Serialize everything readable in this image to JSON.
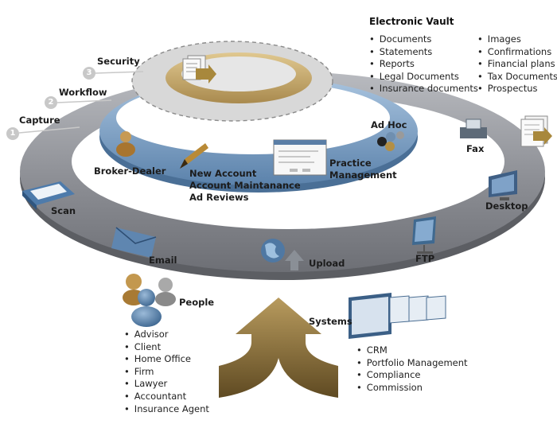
{
  "vault": {
    "title": "Electronic Vault",
    "col1": [
      "Documents",
      "Statements",
      "Reports",
      "Legal Documents",
      "Insurance documents"
    ],
    "col2": [
      "Images",
      "Confirmations",
      "Financial plans",
      "Tax Documents",
      "Prospectus"
    ]
  },
  "steps": [
    {
      "num": "1",
      "label": "Capture"
    },
    {
      "num": "2",
      "label": "Workflow"
    },
    {
      "num": "3",
      "label": "Security"
    }
  ],
  "capture_nodes": {
    "scan": "Scan",
    "email": "Email",
    "upload": "Upload",
    "ftp": "FTP",
    "desktop": "Desktop",
    "fax": "Fax"
  },
  "workflow_nodes": {
    "broker": "Broker-Dealer",
    "new_account": [
      "New Account",
      "Account Maintanance",
      "Ad Reviews"
    ],
    "practice": [
      "Practice",
      "Management"
    ],
    "adhoc": "Ad Hoc"
  },
  "people": {
    "title": "People",
    "items": [
      "Advisor",
      "Client",
      "Home Office",
      "Firm",
      "Lawyer",
      "Accountant",
      "Insurance Agent"
    ]
  },
  "systems": {
    "title": "Systems",
    "items": [
      "CRM",
      "Portfolio Management",
      "Compliance",
      "Commission"
    ]
  },
  "colors": {
    "outer_ring": "#8e9096",
    "middle_ring": "#7ea2c6",
    "inner_ring": "#c9a96a",
    "arrow": "#8a6f3a"
  }
}
